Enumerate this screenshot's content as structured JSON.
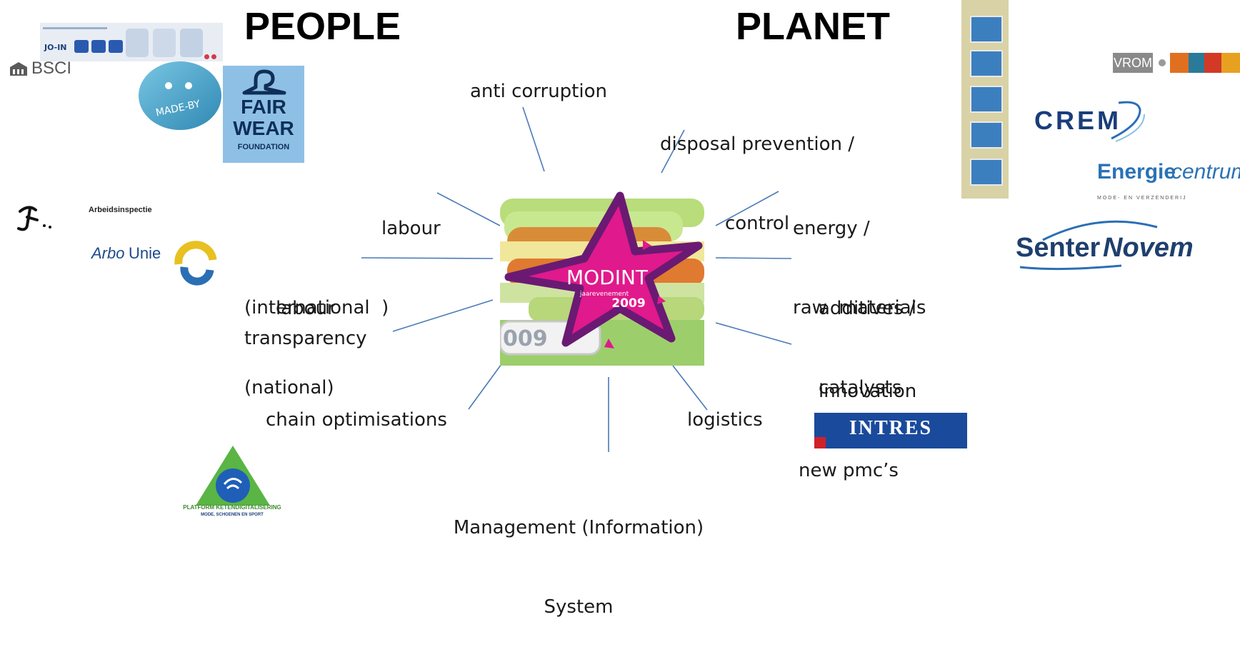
{
  "headings": {
    "people": "PEOPLE",
    "planet": "PLANET"
  },
  "center": {
    "brand": "MODINT",
    "sub": "jaarevenement",
    "year": "2009",
    "banner_year": "009"
  },
  "topics": {
    "anti_corruption": "anti corruption",
    "disposal_1": "disposal prevention /",
    "disposal_2": "control",
    "labour_int_1": "labour",
    "labour_int_2": "(international  )",
    "energy_1": "energy /",
    "energy_2": "raw  materials",
    "labour_nat_1": "labour",
    "labour_nat_2": "(national)",
    "additives_1": "additives /",
    "additives_2": "catalysts",
    "transparency": "transparency",
    "innovation_1": "innovation",
    "innovation_2": "new pmc’s",
    "chain": "chain optimisations",
    "logistics": "logistics",
    "mis_1": "Management (Information)",
    "mis_2": "System"
  },
  "logos": {
    "joinin": "JO-IN",
    "bsci": "BSCI",
    "madeby": "MADE-BY",
    "fairwear_1": "FAIR",
    "fairwear_2": "WEAR",
    "fairwear_3": "FOUNDATION",
    "arbeidsinspectie": "Arbeidsinspectie",
    "arbo_1": "Arbo",
    "arbo_2": "Unie",
    "platform_1": "PLATFORM KETENDIGITALISERING",
    "platform_2": "MODE, SCHOENEN EN SPORT",
    "vrom": "VROM",
    "crem": "CREM",
    "energie_1": "Energie",
    "energie_2": "centrum",
    "energie_3": "MODE- EN VERZENDERIJ",
    "senter_1": "Senter",
    "senter_2": "Novem",
    "intres": "INTRES"
  },
  "colors": {
    "connector": "#4a7ab8",
    "star": "#e0198c",
    "star_outline": "#6a1a73",
    "intres_blue": "#1a4a9c",
    "intres_red": "#d0202a"
  }
}
